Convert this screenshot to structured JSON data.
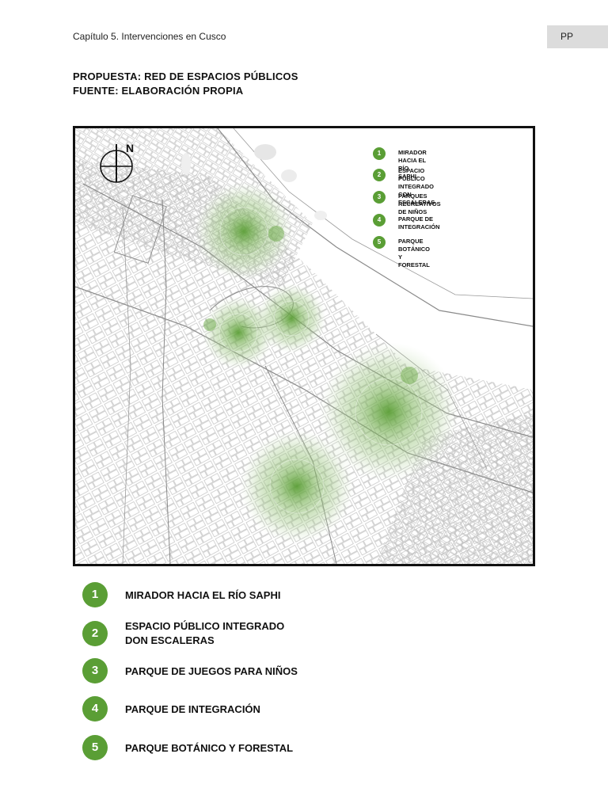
{
  "header": {
    "chapter": "Capítulo 5. Intervenciones en Cusco",
    "tag": "PP"
  },
  "title": {
    "line1": "PROPUESTA: RED DE ESPACIOS PÚBLICOS",
    "line2": "FUENTE: ELABORACIÓN PROPIA"
  },
  "map": {
    "north_label": "N",
    "accent_color": "#5a9e35",
    "legend": [
      {
        "num": "1",
        "label": "MIRADOR HACIA EL RÍO SAPHI"
      },
      {
        "num": "2",
        "label": "ESPACIO PÚBLICO INTEGRADO\nCON ESCALERAS"
      },
      {
        "num": "3",
        "label": "PARQUES RECREATIVOS DE NIÑOS"
      },
      {
        "num": "4",
        "label": "PARQUE DE INTEGRACIÓN"
      },
      {
        "num": "5",
        "label": "PARQUE BOTÁNICO Y FORESTAL"
      }
    ]
  },
  "legend": [
    {
      "num": "1",
      "label": "MIRADOR HACIA EL RÍO SAPHI"
    },
    {
      "num": "2",
      "label": "ESPACIO PÚBLICO INTEGRADO\nDON ESCALERAS"
    },
    {
      "num": "3",
      "label": "PARQUE DE JUEGOS PARA NIÑOS"
    },
    {
      "num": "4",
      "label": "PARQUE DE INTEGRACIÓN"
    },
    {
      "num": "5",
      "label": "PARQUE BOTÁNICO Y FORESTAL"
    }
  ]
}
